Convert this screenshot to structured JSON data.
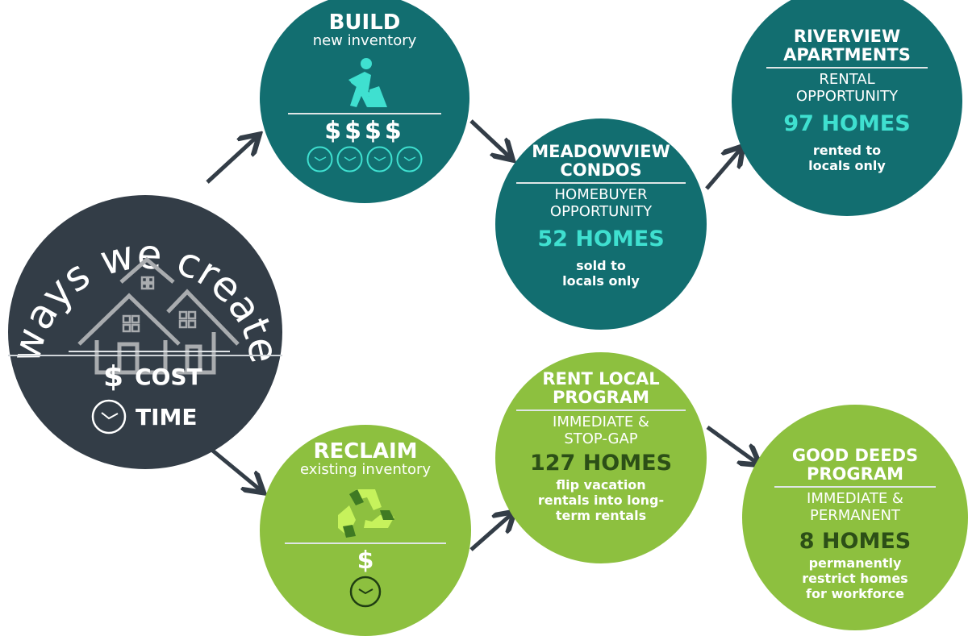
{
  "center": {
    "title": "ways we create",
    "cost": "COST",
    "time": "TIME",
    "dollar": "$"
  },
  "build": {
    "title": "BUILD",
    "subtitle": "new inventory",
    "cost": "$$$$",
    "time_units": 4
  },
  "reclaim": {
    "title": "RECLAIM",
    "subtitle": "existing inventory",
    "cost": "$",
    "time_units": 1
  },
  "meadowview": {
    "title1": "MEADOWVIEW",
    "title2": "CONDOS",
    "type1": "HOMEBUYER",
    "type2": "OPPORTUNITY",
    "count": "52 HOMES",
    "note1": "sold to",
    "note2": "locals only"
  },
  "riverview": {
    "title1": "RIVERVIEW",
    "title2": "APARTMENTS",
    "type1": "RENTAL",
    "type2": "OPPORTUNITY",
    "count": "97 HOMES",
    "note1": "rented to",
    "note2": "locals only"
  },
  "rentlocal": {
    "title1": "RENT LOCAL",
    "title2": "PROGRAM",
    "type1": "IMMEDIATE &",
    "type2": "STOP-GAP",
    "count": "127 HOMES",
    "note1": "flip vacation",
    "note2": "rentals into long-",
    "note3": "term rentals"
  },
  "gooddeeds": {
    "title1": "GOOD DEEDS",
    "title2": "PROGRAM",
    "type1": "IMMEDIATE &",
    "type2": "PERMANENT",
    "count": "8 HOMES",
    "note1": "permanently",
    "note2": "restrict homes",
    "note3": "for workforce"
  },
  "colors": {
    "dark": "#333d47",
    "teal": "#126e70",
    "accent_teal": "#3fe0d0",
    "green": "#8dc03f",
    "dark_green": "#2c4f17"
  }
}
